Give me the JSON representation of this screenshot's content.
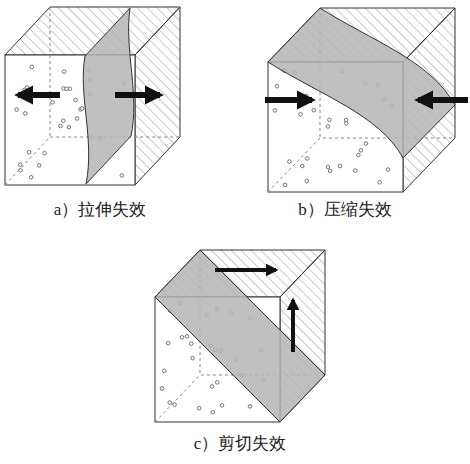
{
  "diagram": {
    "labels": [
      "a）拉伸失效",
      "b）压缩失效",
      "c）剪切失效"
    ]
  }
}
